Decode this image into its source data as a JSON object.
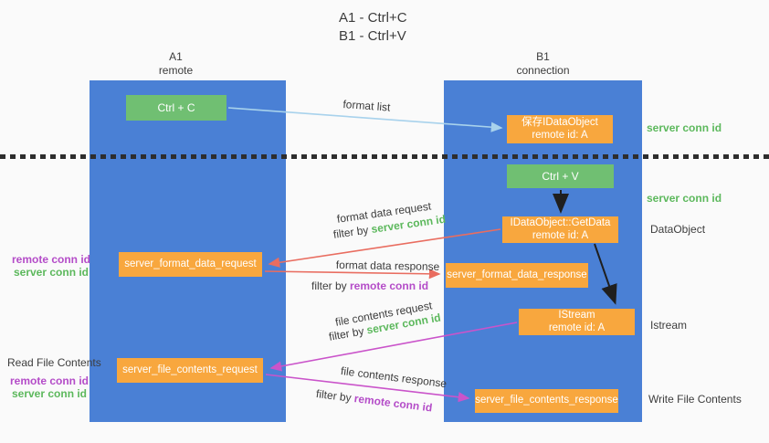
{
  "title": {
    "line1": "A1 - Ctrl+C",
    "line2": "B1 - Ctrl+V"
  },
  "lanes": {
    "left": {
      "id": "A1",
      "name": "remote"
    },
    "right": {
      "id": "B1",
      "name": "connection"
    }
  },
  "nodes": {
    "ctrl_c": {
      "label": "Ctrl + C"
    },
    "save_dataobject": {
      "line1": "保存IDataObject",
      "line2": "remote id: A"
    },
    "ctrl_v": {
      "label": "Ctrl + V"
    },
    "getdata": {
      "line1": "IDataObject::GetData",
      "line2": "remote id: A"
    },
    "format_request": {
      "label": "server_format_data_request"
    },
    "format_response": {
      "label": "server_format_data_response"
    },
    "istream": {
      "line1": "IStream",
      "line2": "remote id: A"
    },
    "file_request": {
      "label": "server_file_contents_request"
    },
    "file_response": {
      "label": "server_file_contents_response"
    }
  },
  "side_labels": {
    "server_conn_id_top": "server conn id",
    "server_conn_id_mid": "server conn id",
    "dataobject": "DataObject",
    "istream": "Istream",
    "write_file": "Write File Contents",
    "read_file": "Read File Contents",
    "req1_remote": "remote conn id",
    "req1_server": "server conn id",
    "req2_remote": "remote conn id",
    "req2_server": "server conn id"
  },
  "arrows": {
    "format_list": {
      "label": "format list"
    },
    "format_data_request": {
      "label": "format data request",
      "filter_prefix": "filter by ",
      "filter_id": "server conn id"
    },
    "format_data_response": {
      "label": "format data response",
      "filter_prefix": "filter by ",
      "filter_id": "remote conn id"
    },
    "file_contents_request": {
      "label": "file contents request",
      "filter_prefix": "filter by ",
      "filter_id": "server conn id"
    },
    "file_contents_response": {
      "label": "file contents response",
      "filter_prefix": "filter by ",
      "filter_id": "remote conn id"
    }
  },
  "colors": {
    "lane_blue": "#4a80d5",
    "action_green": "#70bf72",
    "message_orange": "#f8a73e",
    "server_conn_green": "#5cb85c",
    "remote_conn_purple": "#b44cc8",
    "request_red": "#e96d60",
    "response_magenta": "#ca54ca",
    "format_list_blue": "#a8d2ec",
    "black_arrow": "#1f1f1f",
    "text_dark": "#3d3d3d",
    "background": "#fafafa"
  }
}
